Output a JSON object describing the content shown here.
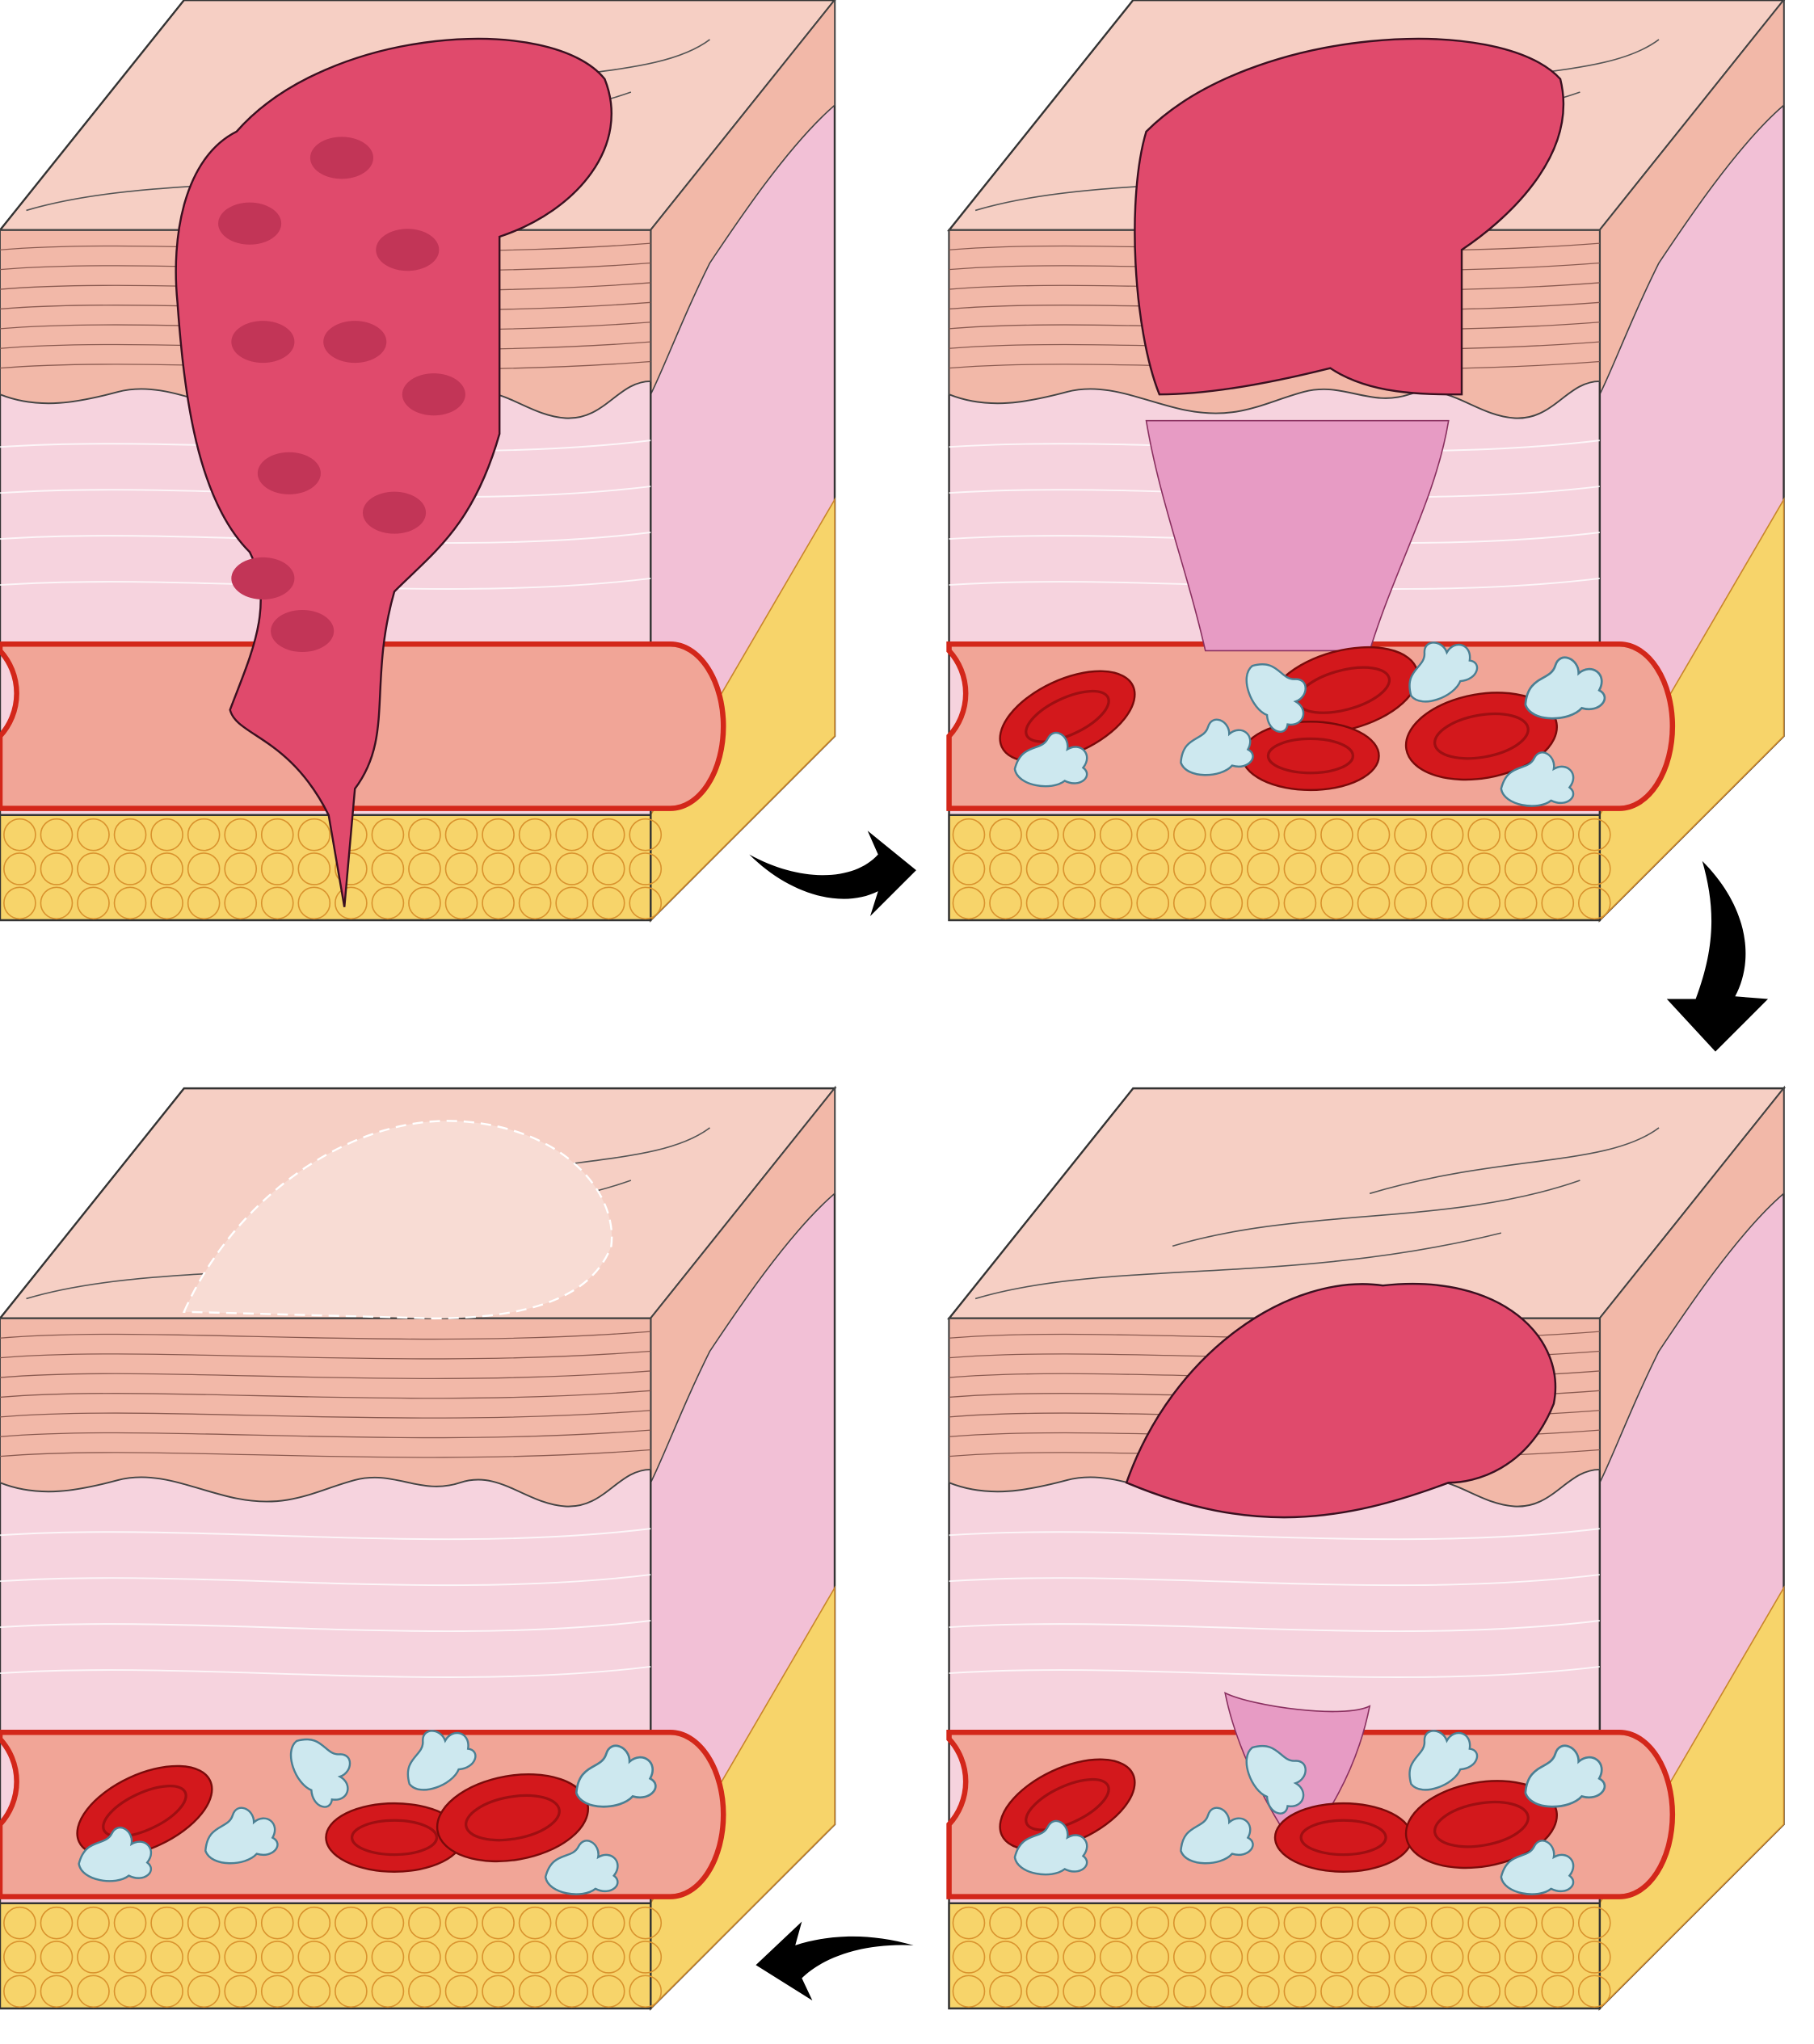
{
  "diagram": {
    "panels": [
      {
        "id": "hemostasis",
        "features": [
          "blood-clot",
          "injured-vessel"
        ]
      },
      {
        "id": "inflammation",
        "features": [
          "blood-clot",
          "granulation-tissue",
          "red-blood-cells",
          "white-blood-cells"
        ]
      },
      {
        "id": "proliferation",
        "features": [
          "scab",
          "granulation-tissue",
          "red-blood-cells",
          "white-blood-cells"
        ]
      },
      {
        "id": "remodeling",
        "features": [
          "scar",
          "red-blood-cells",
          "white-blood-cells"
        ]
      }
    ],
    "arrows": [
      "arrow-right-icon",
      "arrow-down-icon",
      "arrow-left-icon"
    ],
    "colors": {
      "skin_top": "#f6cfc4",
      "epidermis": "#f2b8a8",
      "dermis": "#f6d3de",
      "side": "#f2c0d6",
      "vessel": "#f1a597",
      "vessel_wall": "#d3271a",
      "fat": "#f7d46a",
      "clot": "#e04a6c",
      "clot_dark": "#c23557",
      "rbc": "#d3181c",
      "wbc": "#cde8ef",
      "granulation": "#e79bc4",
      "scar": "#f8dcd4",
      "arrow": "#000000"
    }
  }
}
